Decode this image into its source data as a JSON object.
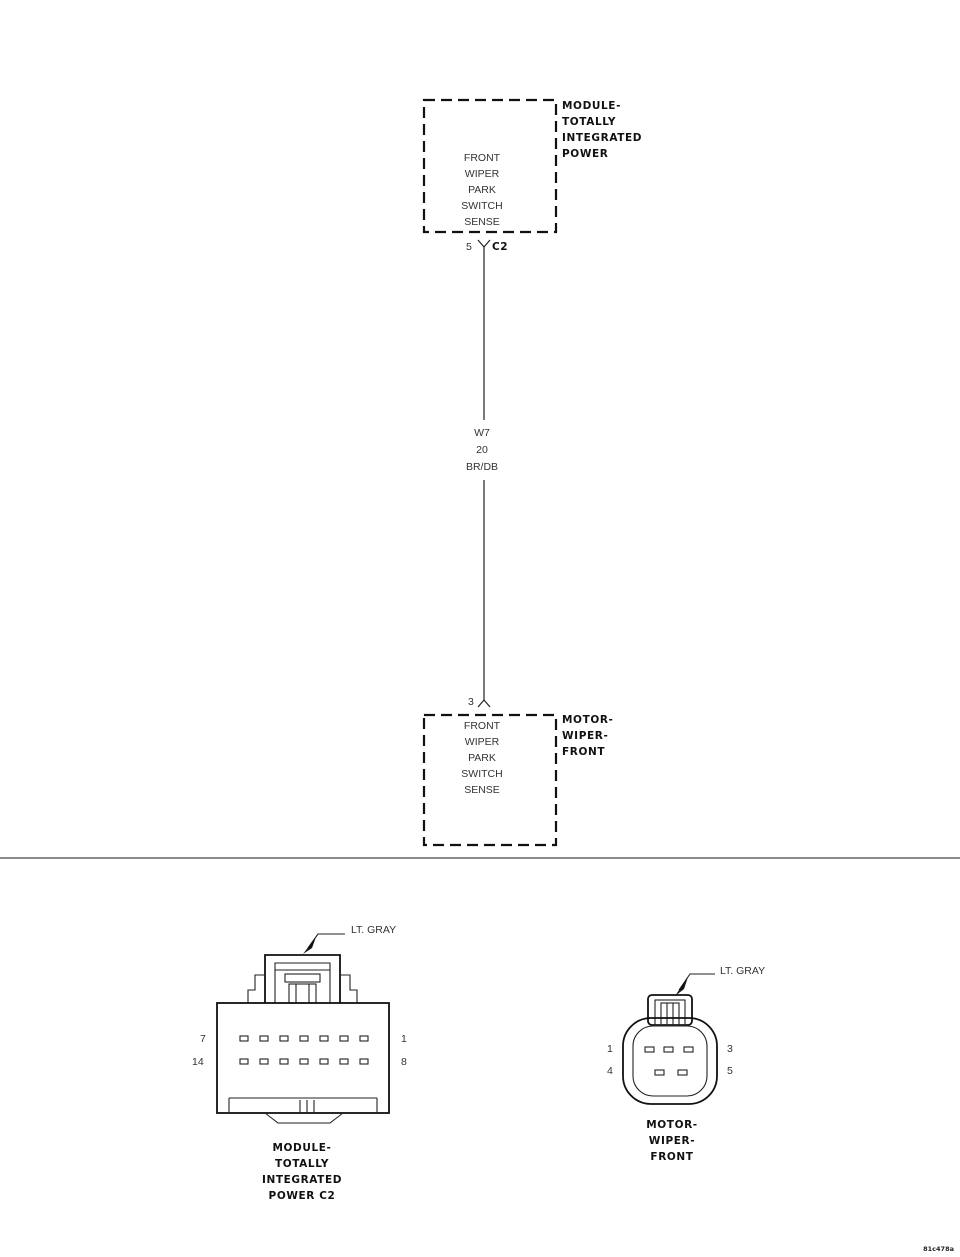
{
  "module": {
    "title_lines": [
      "MODULE-",
      "TOTALLY",
      "INTEGRATED",
      "POWER"
    ],
    "function_lines": [
      "FRONT",
      "WIPER",
      "PARK",
      "SWITCH",
      "SENSE"
    ],
    "pin": "5",
    "connector": "C2"
  },
  "wire": {
    "circuit": "W7",
    "gauge": "20",
    "color": "BR/DB"
  },
  "motor": {
    "title_lines": [
      "MOTOR-",
      "WIPER-",
      "FRONT"
    ],
    "function_lines": [
      "FRONT",
      "WIPER",
      "PARK",
      "SWITCH",
      "SENSE"
    ],
    "pin": "3"
  },
  "connector_c2_view": {
    "color_label": "LT. GRAY",
    "pin_labels": {
      "top_left": "7",
      "top_right": "1",
      "bottom_left": "14",
      "bottom_right": "8"
    },
    "caption_lines": [
      "MODULE-",
      "TOTALLY",
      "INTEGRATED",
      "POWER C2"
    ]
  },
  "connector_motor_view": {
    "color_label": "LT. GRAY",
    "pin_labels": {
      "top_left": "1",
      "top_right": "3",
      "bottom_left": "4",
      "bottom_right": "5"
    },
    "caption_lines": [
      "MOTOR-",
      "WIPER-",
      "FRONT"
    ]
  },
  "figure_id": "81c478a"
}
